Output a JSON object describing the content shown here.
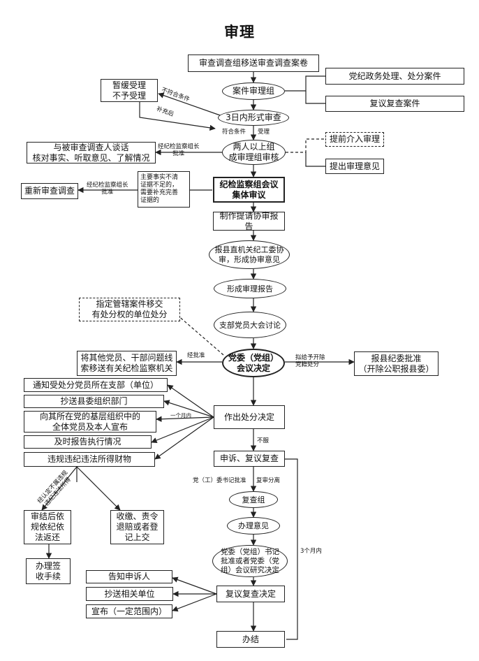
{
  "title": "审理",
  "nodes": {
    "n_receive": "审查调查组移送审查调查案卷",
    "n_group": "案件审理组",
    "n_party": "党纪政务处理、处分案件",
    "n_review_case": "复议复查案件",
    "n_suspend": "暂缓受理\n不予受理",
    "n_formal": "3日内形式审查",
    "n_two": "两人以上组\n成审理组审核",
    "n_talk": "与被审查调查人谈话\n核对事实、听取意见、了解情况",
    "n_early": "提前介入审理",
    "n_opinion": "提出审理意见",
    "n_reinvest": "重新审查调查",
    "n_facts": "主要事实不清\n证据不足的，\n需要补充完善\n证据的",
    "n_meeting": "纪检监察组会议\n集体审议",
    "n_report_req": "制作提请协审报告",
    "n_county": "报县直机关纪工委协\n审，形成协审意见",
    "n_report": "形成审理报告",
    "n_branch": "支部党员大会讨论",
    "n_designate": "指定管辖案件移交\n有处分权的单位处分",
    "n_others": "将其他党员、干部问题线\n索移送有关纪检监察机关",
    "n_committee": "党委（党组）\n会议决定",
    "n_countycom": "报县纪委批准\n（开除公职报县委）",
    "n_notify": "通知受处分党员所在支部（单位）",
    "n_copy_org": "抄送县委组织部门",
    "n_announce": "向其所在党的基层组织中的\n全体党员及本人宣布",
    "n_timely": "及时报告执行情况",
    "n_decision": "作出处分决定",
    "n_property": "违规违纪违法所得财物",
    "n_appeal": "申诉、复议复查",
    "n_return": "审结后依\n规依纪依\n法返还",
    "n_confiscate": "收缴、责令\n退赔或者登\n记上交",
    "n_receipt": "办理签\n收手续",
    "n_recheck_group": "复查组",
    "n_handle": "办理意见",
    "n_secretary": "党委（党组）书记\n批准或者党委（党\n组）会议研究决定",
    "n_inform": "告知申诉人",
    "n_copy_unit": "抄送相关单位",
    "n_publish": "宣布（一定范围内）",
    "n_redecision": "复议复查决定",
    "n_close": "办结"
  },
  "labels": {
    "l_not_meet": "不符合条件",
    "l_supplement": "补充后",
    "l_meet": "符合条件",
    "l_accept": "受理",
    "l_approve1": "经纪检监察组长\n批准",
    "l_approve2": "经纪检监察组长\n批准",
    "l_approve3": "经批准",
    "l_expel": "拟给予开除\n党籍处分",
    "l_month": "一个月内",
    "l_notaccept": "不服",
    "l_secbatch": "党（工）委书记批准",
    "l_separate": "复审分离",
    "l_three": "3个月内",
    "l_not_illegal": "经认定不属违规\n违纪违法所得"
  }
}
